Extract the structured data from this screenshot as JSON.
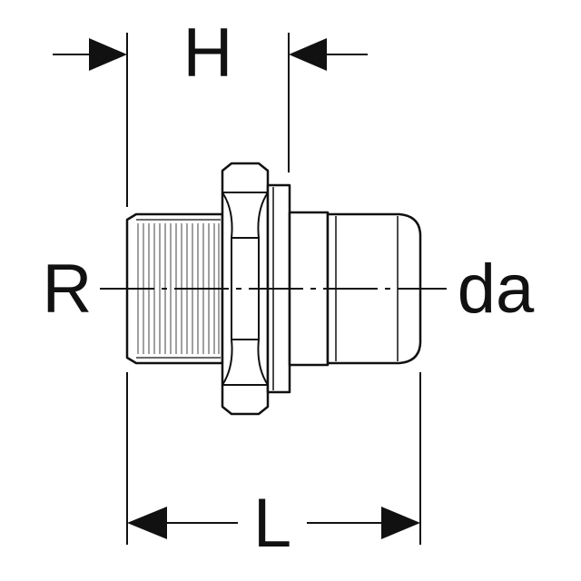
{
  "labels": {
    "dim_h": "H",
    "dim_l": "L",
    "thread": "R",
    "outer_diameter": "da"
  },
  "colors": {
    "stroke": "#111111",
    "background": "#ffffff"
  }
}
